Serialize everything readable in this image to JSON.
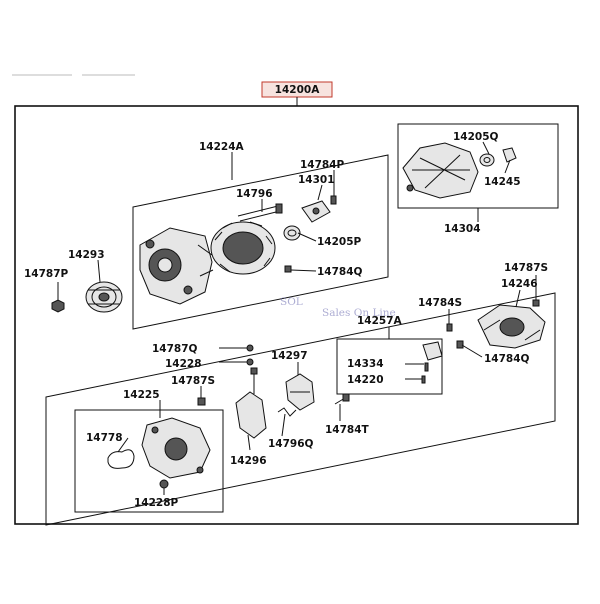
{
  "diagram": {
    "title_code": "14200A",
    "colors": {
      "title_box": "#c0392b",
      "line": "#111111",
      "watermark": "#6b6bb0"
    },
    "watermark": {
      "logo": "SOL",
      "tagline": "Sales On Line"
    },
    "labels": {
      "p14224A": "14224A",
      "p14205Q": "14205Q",
      "p14784P": "14784P",
      "p14301": "14301",
      "p14796": "14796",
      "p14205P": "14205P",
      "p14784Q_a": "14784Q",
      "p14245": "14245",
      "p14304": "14304",
      "p14293": "14293",
      "p14787P": "14787P",
      "p14787S_a": "14787S",
      "p14246": "14246",
      "p14784S": "14784S",
      "p14257A": "14257A",
      "p14787Q": "14787Q",
      "p14228": "14228",
      "p14297": "14297",
      "p14787S_b": "14787S",
      "p14225": "14225",
      "p14334": "14334",
      "p14784Q_b": "14784Q",
      "p14220": "14220",
      "p14784T": "14784T",
      "p14778": "14778",
      "p14796Q": "14796Q",
      "p14296": "14296",
      "p14228P": "14228P"
    }
  }
}
